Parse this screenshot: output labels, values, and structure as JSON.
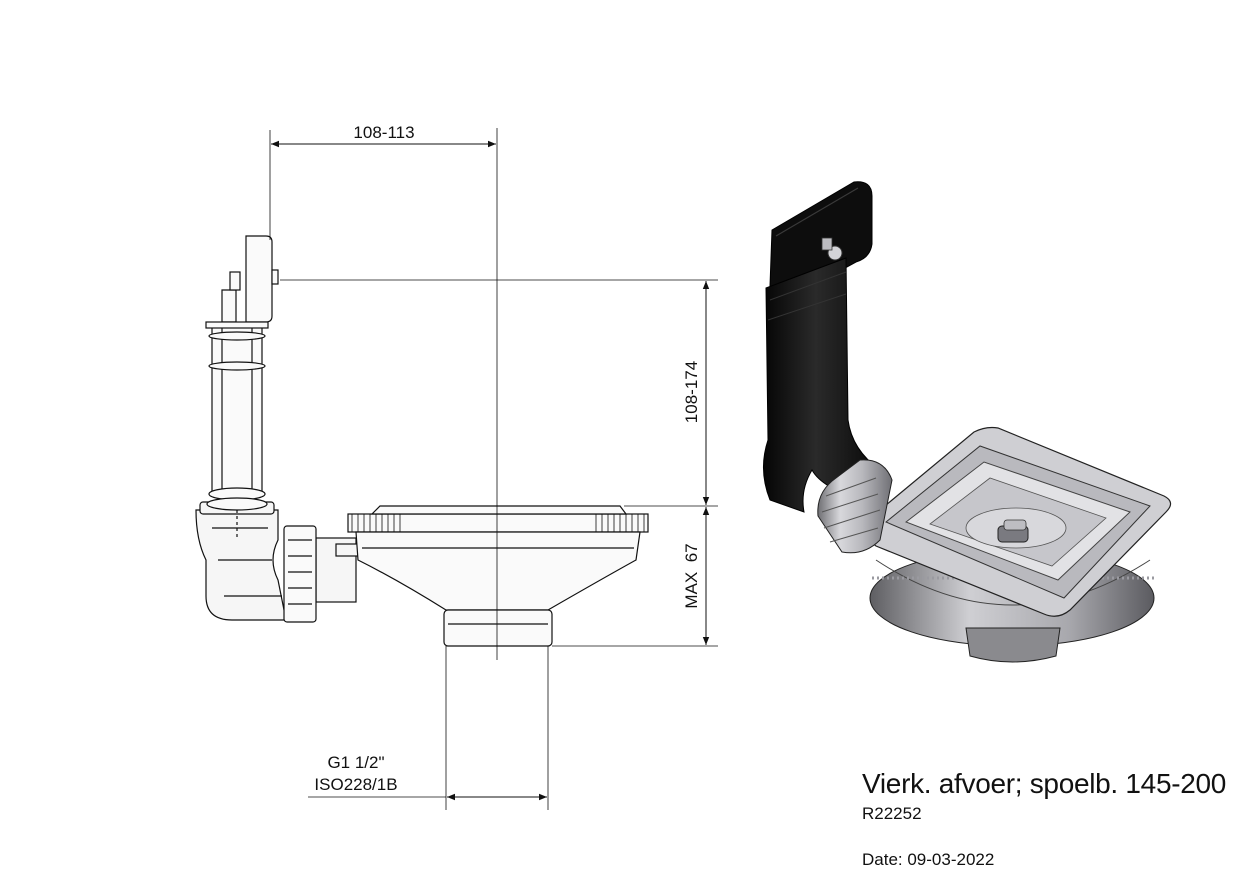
{
  "dimensions": {
    "top_width": "108-113",
    "height_range": "108-174",
    "max_depth": "MAX  67",
    "thread_line1": "G1 1/2\"",
    "thread_line2": "ISO228/1B"
  },
  "title_block": {
    "title": "Vierk. afvoer; spoelb. 145-200",
    "code": "R22252",
    "date": "Date: 09-03-2022"
  },
  "colors": {
    "line": "#111111",
    "fill_light": "#f4f4f4",
    "body_dark": "#1a1a1a",
    "metal": "#c9c9cc",
    "metal_dark": "#8a8a8e"
  }
}
